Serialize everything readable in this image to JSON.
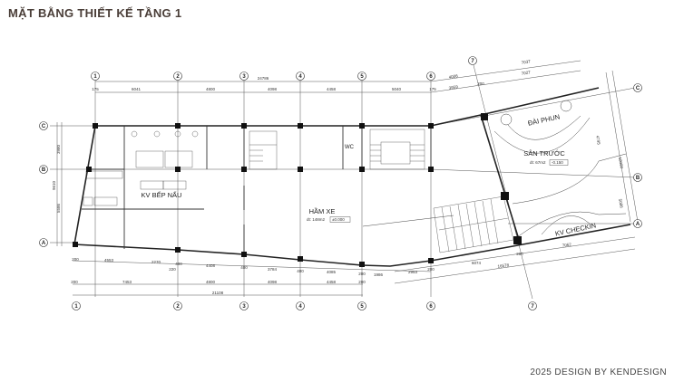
{
  "header": {
    "title": "MẶT BẰNG THIẾT KẾ TẦNG 1"
  },
  "footer": {
    "credit": "2025 DESIGN BY KENDESIGN"
  },
  "grid_axes": {
    "vertical": [
      "1",
      "2",
      "3",
      "4",
      "5",
      "6",
      "7"
    ],
    "horizontal": [
      "A",
      "B",
      "C"
    ]
  },
  "rooms": {
    "kitchen": {
      "label": "KV BẾP NẤU"
    },
    "wc": {
      "label": "WC"
    },
    "garage": {
      "label": "HẦM XE",
      "area": "dt: 148m2",
      "level": "±0.000"
    },
    "front_yard": {
      "label": "SÂN TRƯỚC",
      "area": "dt: 67m2",
      "level": "-0.150"
    },
    "fountain": {
      "label": "ĐÀI PHUN"
    },
    "checkin": {
      "label": "KV CHECKIN"
    }
  },
  "dimensions": {
    "top_total": "24786",
    "top": [
      "175",
      "6041",
      "4800",
      "4098",
      "4458",
      "5040",
      "175"
    ],
    "top_right": [
      "4006",
      "3959",
      "7037",
      "7027",
      "200"
    ],
    "left": [
      "175",
      "3980",
      "9610",
      "5586",
      "175"
    ],
    "right": [
      "4795",
      "10000",
      "5086"
    ],
    "bottom_row1": [
      "200",
      "4553",
      "2270",
      "220",
      "400",
      "4408",
      "400",
      "3784",
      "400",
      "4085",
      "200",
      "1986",
      "2953",
      "200",
      "6074",
      "200"
    ],
    "bottom_row2": [
      "200",
      "7453",
      "4800",
      "4098",
      "4458",
      "200"
    ],
    "bottom_total": "21108",
    "bottom_right": [
      "7062",
      "16578"
    ]
  }
}
